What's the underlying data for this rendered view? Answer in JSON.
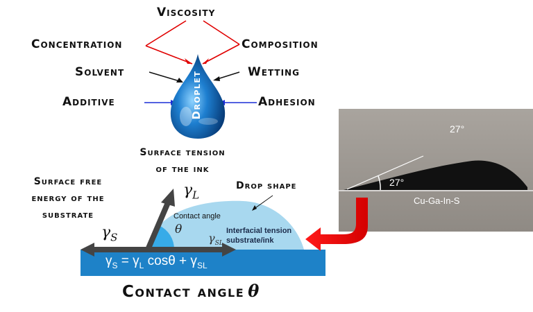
{
  "factors": {
    "viscosity": "Viscosity",
    "concentration": "Concentration",
    "composition": "Composition",
    "solvent": "Solvent",
    "wetting": "Wetting",
    "additive": "Additive",
    "adhesion": "Adhesion"
  },
  "droplet_label": "Droplet",
  "labels": {
    "surface_tension_line1": "Surface tension",
    "surface_tension_line2": "of the ink",
    "surface_free_line1": "Surface free",
    "surface_free_line2": "energy of the",
    "surface_free_line3": "substrate",
    "drop_shape": "Drop shape",
    "contact_angle": "Contact angle",
    "interfacial_line1": "Interfacial tension",
    "interfacial_line2": "substrate/ink",
    "caption": "Contact angle"
  },
  "symbols": {
    "gamma": "γ",
    "sub_l": "L",
    "sub_s": "S",
    "sub_sl": "SL",
    "theta": "θ"
  },
  "equation": {
    "g1": "γ",
    "s1": "S",
    "mid": " = γ",
    "s2": "L",
    "cos": " cosθ + γ",
    "s3": "SL"
  },
  "photo": {
    "angle_top": "27°",
    "angle_inline": "27°",
    "material": "Cu-Ga-In-S"
  },
  "colors": {
    "red_arrow": "#e00000",
    "blue_arrow": "#1a2dd6",
    "substrate": "#1e82c8",
    "drop": "#a8d8ef",
    "vector": "#444444"
  }
}
